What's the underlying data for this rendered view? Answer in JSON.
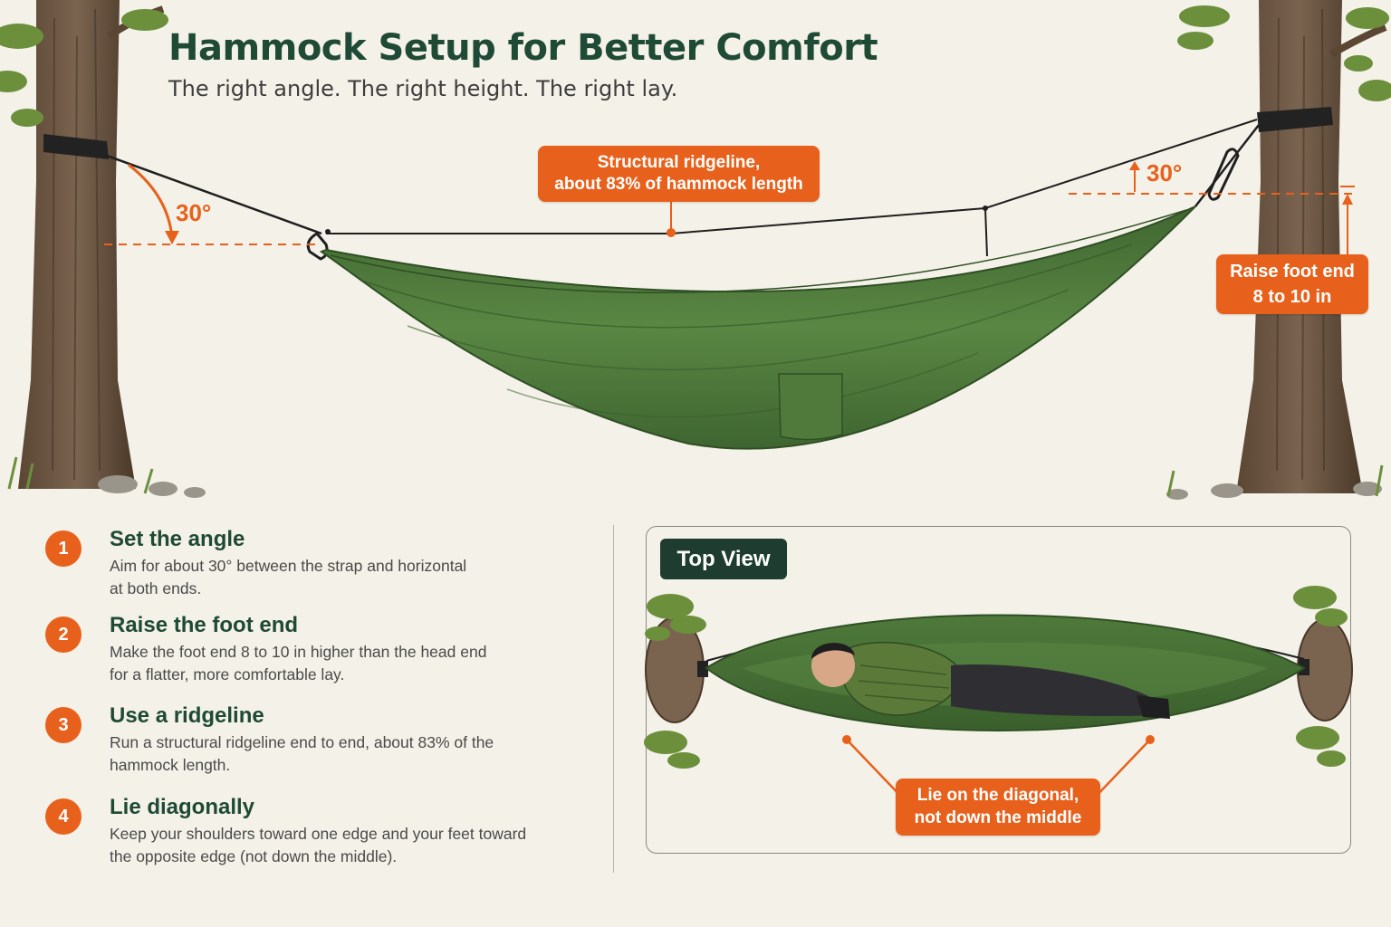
{
  "header": {
    "title": "Hammock Setup for Better Comfort",
    "subtitle": "The right angle. The right height. The right lay."
  },
  "side_view": {
    "ridgeline_callout": [
      "Structural ridgeline,",
      "about 83% of hammock length"
    ],
    "angle_left": "30°",
    "angle_right": "30°",
    "raise_callout": [
      "Raise foot end",
      "8 to 10 in"
    ]
  },
  "steps": [
    {
      "number": "1",
      "title": "Set the angle",
      "text": [
        "Aim for about 30° between the strap and horizontal",
        "at both ends."
      ]
    },
    {
      "number": "2",
      "title": "Raise the foot end",
      "text": [
        "Make the foot end 8 to 10 in higher than the head end",
        "for a flatter, more comfortable lay."
      ]
    },
    {
      "number": "3",
      "title": "Use a ridgeline",
      "text": [
        "Run a structural ridgeline end to end, about 83% of the",
        "hammock length."
      ]
    },
    {
      "number": "4",
      "title": "Lie diagonally",
      "text": [
        "Keep your shoulders toward one edge and your feet toward",
        "the opposite edge (not down the middle)."
      ]
    }
  ],
  "top_view": {
    "badge": "Top View",
    "callout": [
      "Lie on the diagonal,",
      "not down the middle"
    ]
  },
  "colors": {
    "accent": "#e8611c",
    "title_green": "#1f4a35",
    "hammock_green": "#4f7a3b",
    "badge_dark": "#1e3d30",
    "background": "#f4f1e8"
  }
}
